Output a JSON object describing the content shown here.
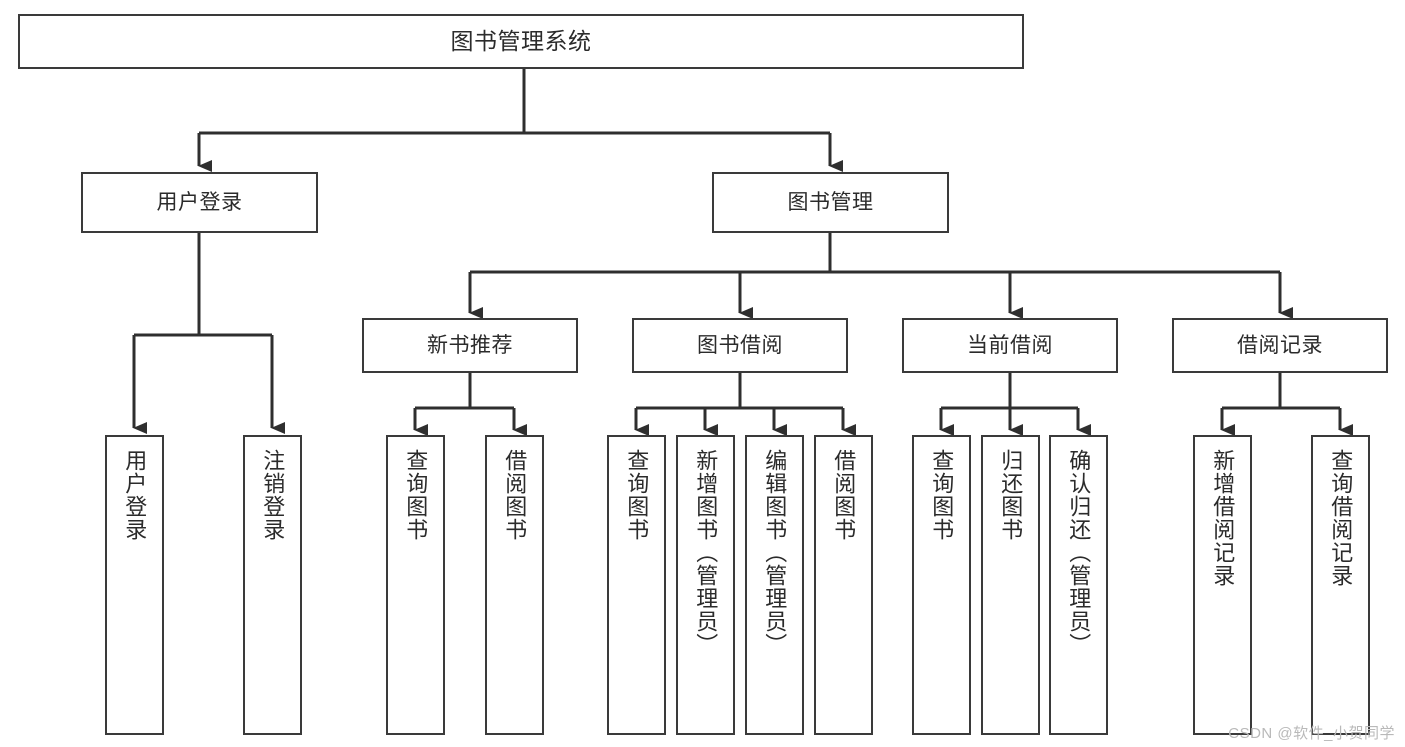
{
  "diagram": {
    "title": "图书管理系统",
    "type": "tree",
    "watermark": "CSDN @软件_小贺同学",
    "colors": {
      "box_border": "#3a3a3a",
      "box_fill": "#ffffff",
      "connector": "#2f2f2f",
      "text": "#2b2b2b",
      "watermark": "#b9b9b9",
      "background": "#ffffff"
    },
    "root": {
      "id": "root",
      "label": "图书管理系统"
    },
    "level1": [
      {
        "id": "user-login",
        "label": "用户登录"
      },
      {
        "id": "book-manage",
        "label": "图书管理"
      }
    ],
    "level2": [
      {
        "id": "new-book-rec",
        "label": "新书推荐",
        "parent": "book-manage"
      },
      {
        "id": "book-borrow",
        "label": "图书借阅",
        "parent": "book-manage"
      },
      {
        "id": "current-borrow",
        "label": "当前借阅",
        "parent": "book-manage"
      },
      {
        "id": "borrow-record",
        "label": "借阅记录",
        "parent": "book-manage"
      }
    ],
    "leaves": [
      {
        "id": "leaf-user-login",
        "label": "用户登录",
        "parent": "user-login"
      },
      {
        "id": "leaf-logout",
        "label": "注销登录",
        "parent": "user-login"
      },
      {
        "id": "leaf-query-book-1",
        "label": "查询图书",
        "parent": "new-book-rec"
      },
      {
        "id": "leaf-borrow-book-1",
        "label": "借阅图书",
        "parent": "new-book-rec"
      },
      {
        "id": "leaf-query-book-2",
        "label": "查询图书",
        "parent": "book-borrow"
      },
      {
        "id": "leaf-add-book",
        "label": "新增图书（管理员）",
        "parent": "book-borrow"
      },
      {
        "id": "leaf-edit-book",
        "label": "编辑图书（管理员）",
        "parent": "book-borrow"
      },
      {
        "id": "leaf-borrow-book-2",
        "label": "借阅图书",
        "parent": "book-borrow"
      },
      {
        "id": "leaf-query-book-3",
        "label": "查询图书",
        "parent": "current-borrow"
      },
      {
        "id": "leaf-return-book",
        "label": "归还图书",
        "parent": "current-borrow"
      },
      {
        "id": "leaf-confirm-return",
        "label": "确认归还（管理员）",
        "parent": "current-borrow"
      },
      {
        "id": "leaf-add-record",
        "label": "新增借阅记录",
        "parent": "borrow-record"
      },
      {
        "id": "leaf-query-record",
        "label": "查询借阅记录",
        "parent": "borrow-record"
      }
    ]
  }
}
